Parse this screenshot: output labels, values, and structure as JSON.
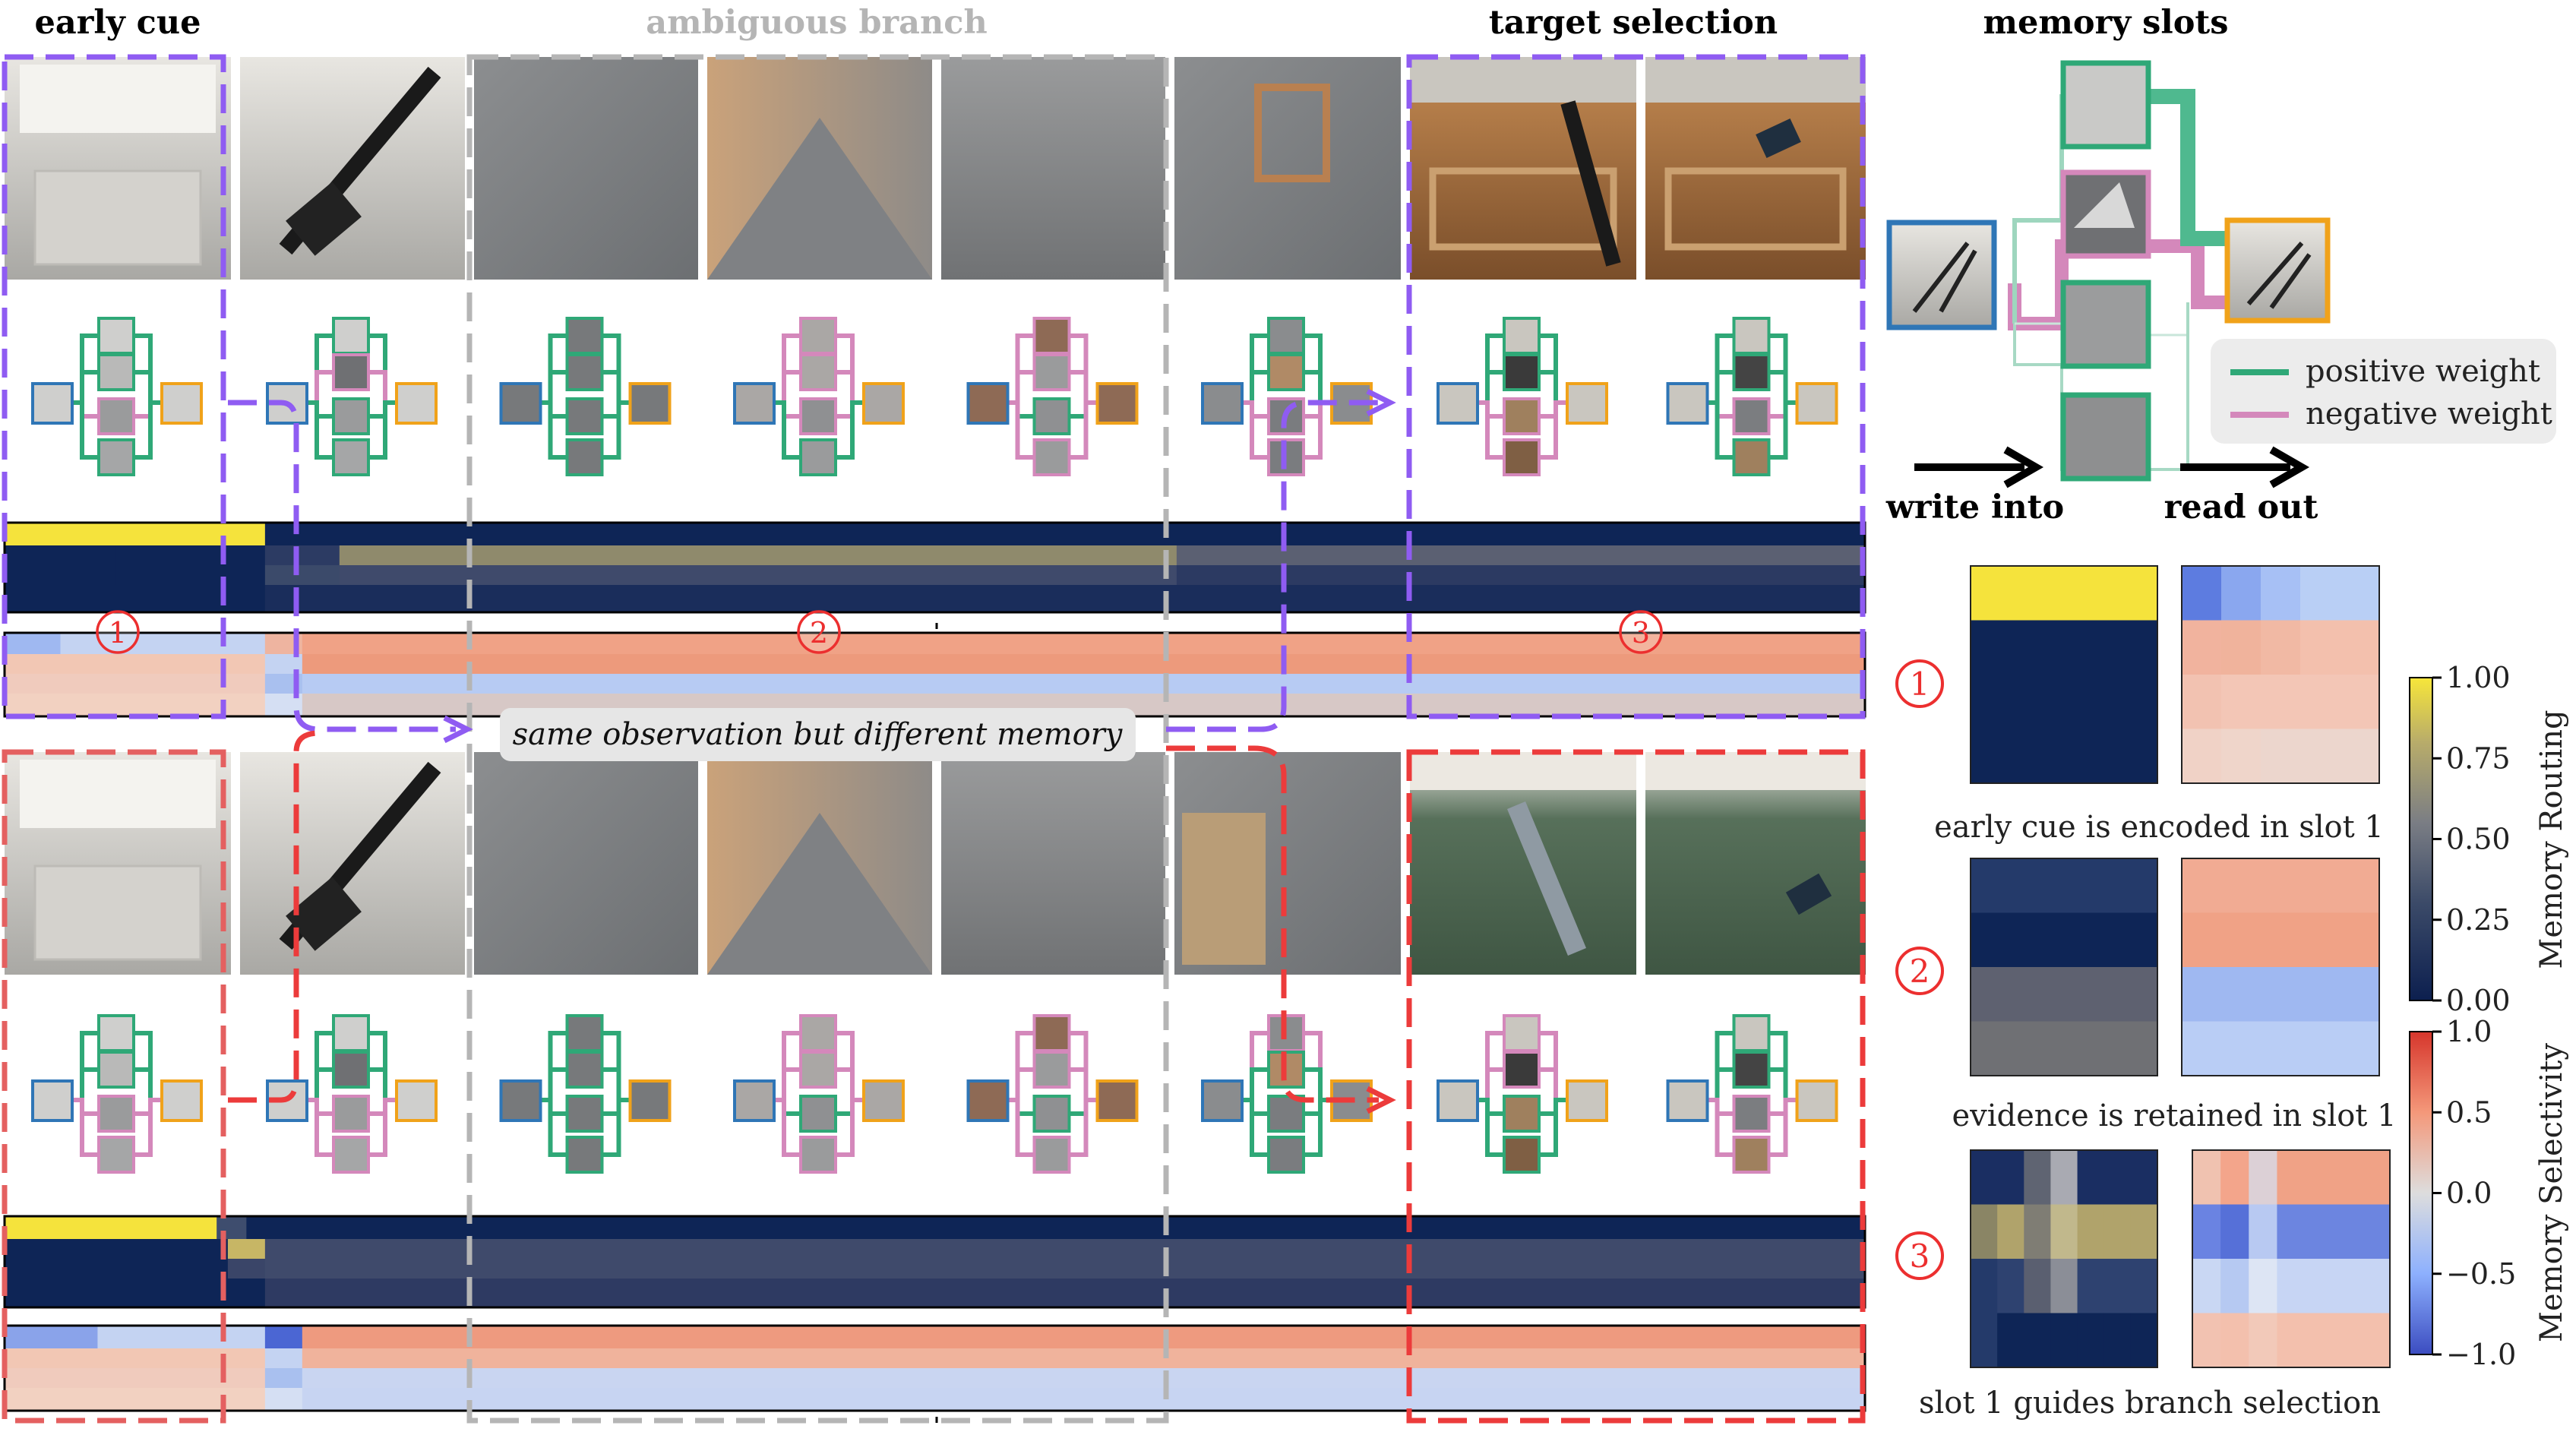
{
  "headers": {
    "early_cue": "early cue",
    "ambiguous": "ambiguous branch",
    "target": "target selection",
    "memory_slots": "memory slots"
  },
  "banner": "same observation but different memory",
  "markers": {
    "m1": "1",
    "m2": "2",
    "m3": "3"
  },
  "legend": {
    "positive": "positive weight",
    "negative": "negative weight",
    "write": "write into",
    "read": "read out"
  },
  "captions": {
    "c1": "early cue is encoded in slot 1",
    "c2": "evidence is retained in slot 1",
    "c3": "slot 1 guides branch selection"
  },
  "colorbars": {
    "routing": {
      "label": "Memory Routing",
      "ticks": [
        "1.00",
        "0.75",
        "0.50",
        "0.25",
        "0.00"
      ]
    },
    "selectivity": {
      "label": "Memory Selectivity",
      "ticks": [
        "1.0",
        "0.5",
        "0.0",
        "−0.5",
        "−1.0"
      ]
    }
  },
  "colors": {
    "purple": "#8f5cf2",
    "red": "#ec3b3b",
    "gray": "#b5b5b5",
    "pink": "#d488bb",
    "green": "#2fa877",
    "blue": "#2f76b6",
    "orange": "#f0a21a",
    "yellow": "#f7e63a",
    "navy": "#0f2a5c"
  }
}
